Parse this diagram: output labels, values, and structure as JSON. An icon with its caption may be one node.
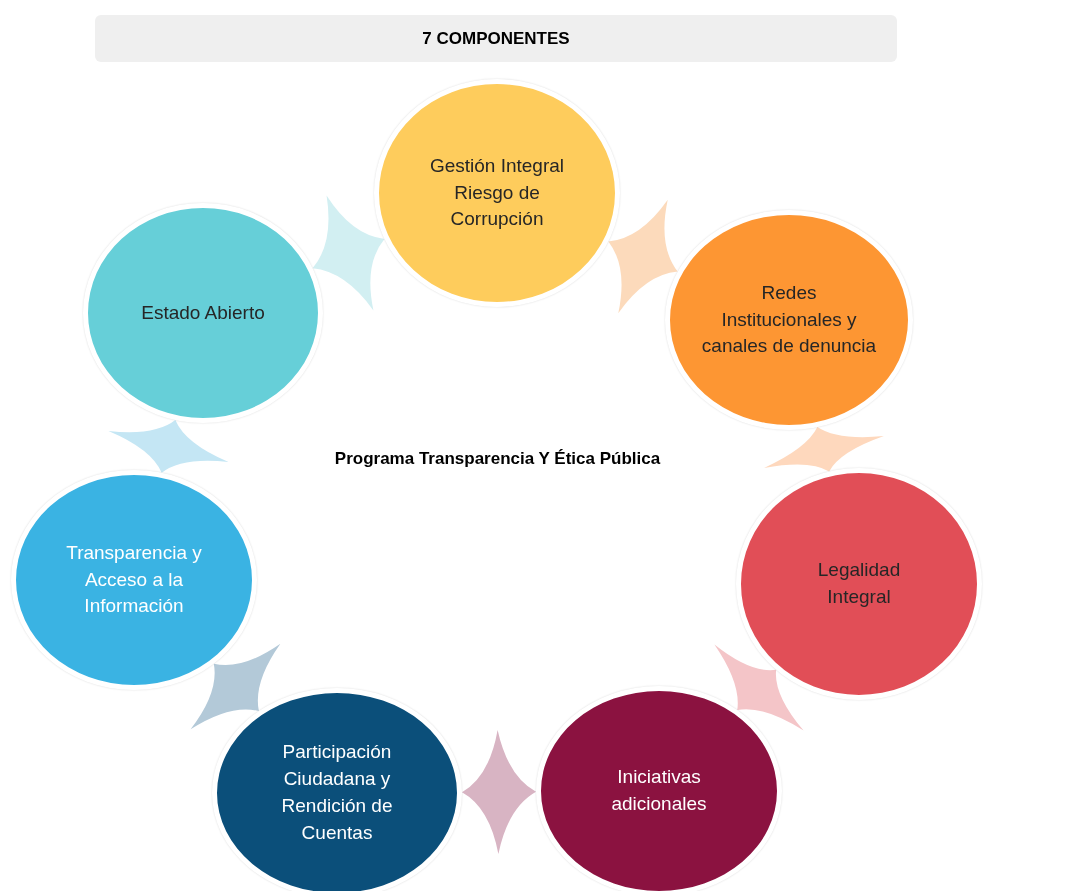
{
  "diagram": {
    "title": "7 COMPONENTES",
    "nodes": [
      {
        "text": [
          "Gestión Integral Riesgo de Corrupción"
        ]
      },
      {
        "text": [
          "Redes Institucionales y canales de denuncia"
        ]
      },
      {
        "text": [
          "Legalidad Integral"
        ]
      },
      {
        "text": [
          "Iniciativas adicionales"
        ]
      },
      {
        "text": [
          "Participación Ciudadana y Rendición de Cuentas"
        ]
      },
      {
        "text": [
          "Transparencia y Acceso a la Información"
        ]
      },
      {
        "text": [
          "Estado Abierto"
        ]
      }
    ],
    "edges": [
      {
        "from": 0,
        "to": 1,
        "arrow": "none",
        "color": "#fcdabb"
      },
      {
        "from": 1,
        "to": 2,
        "arrow": "none",
        "color": "#fed8bd"
      },
      {
        "from": 2,
        "to": 3,
        "arrow": "none",
        "color": "#f4c5c8"
      },
      {
        "from": 3,
        "to": 4,
        "arrow": "none",
        "color": "#d8b4c3"
      },
      {
        "from": 4,
        "to": 5,
        "arrow": "none",
        "color": "#b3c9d8"
      },
      {
        "from": 5,
        "to": 6,
        "arrow": "none",
        "color": "#c4e6f4"
      },
      {
        "from": 6,
        "to": 0,
        "arrow": "none",
        "color": "#d2eff2"
      }
    ],
    "labels": [
      "Programa Transparencia Y Ética Pública"
    ]
  }
}
